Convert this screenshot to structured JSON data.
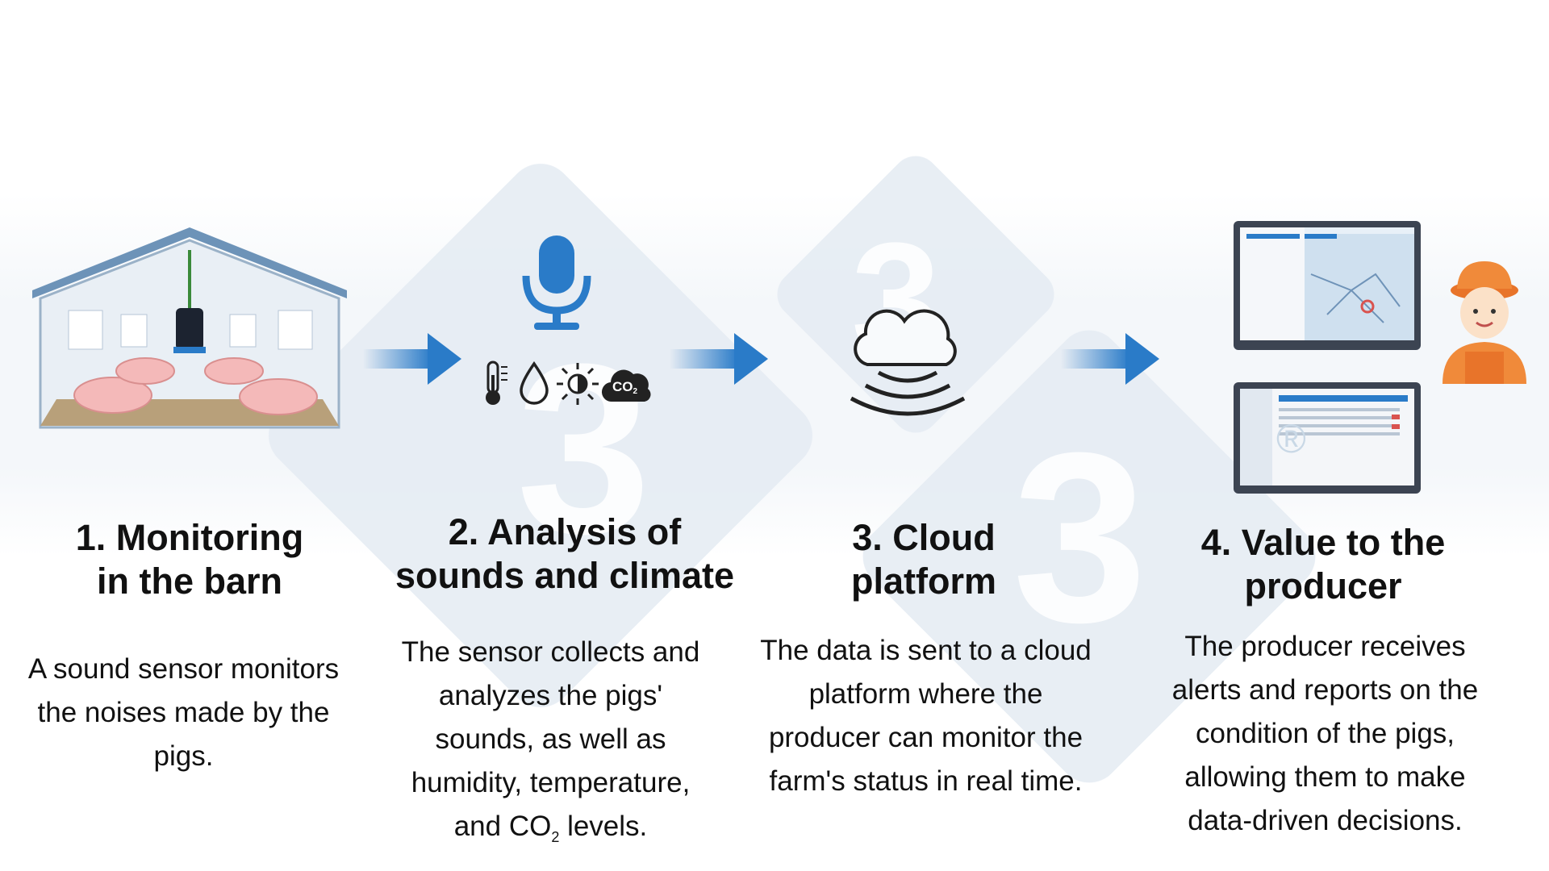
{
  "steps": [
    {
      "title_line1": "1. Monitoring",
      "title_line2": "in the barn",
      "desc": [
        "A sound sensor monitors",
        "the noises made by the",
        "pigs."
      ]
    },
    {
      "title_line1": "2. Analysis of",
      "title_line2": "sounds and climate",
      "desc": [
        "The sensor collects and",
        "analyzes the pigs'",
        "sounds, as well as",
        "humidity, temperature,"
      ],
      "desc_last_pre": "and CO",
      "desc_last_sub": "2",
      "desc_last_post": " levels."
    },
    {
      "title_line1": "3. Cloud",
      "title_line2": "platform",
      "desc": [
        "The data is sent to a cloud",
        "platform where the",
        "producer can monitor the",
        "farm's status in real time."
      ]
    },
    {
      "title_line1": "4. Value to the",
      "title_line2": "producer",
      "desc": [
        "The producer receives",
        "alerts and reports on the",
        "condition of the pigs,",
        "allowing them to make",
        "data-driven decisions."
      ]
    }
  ],
  "icons": {
    "co2_label": "CO",
    "co2_sub": "2",
    "monitor_logo": "®"
  },
  "colors": {
    "accent": "#2a7bc8",
    "watermark": "#e6edf4",
    "text": "#111111"
  }
}
